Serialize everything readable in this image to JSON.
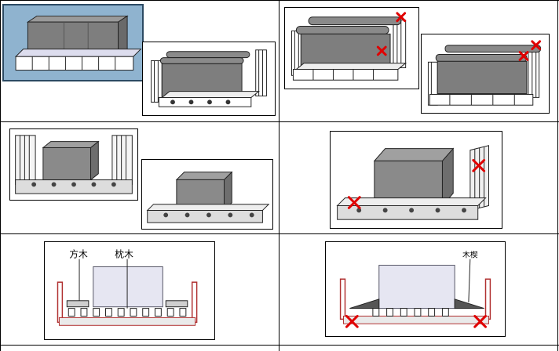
{
  "colors": {
    "highlight_bg": "#8fb3cf",
    "cargo": "#7e7e7e",
    "cargo_light": "#a6a6a6",
    "mark": "#e00000",
    "timber_fill": "#e6e6f2",
    "frame_red": "#b03030"
  },
  "diagram_labels": {
    "square_timber": "方木",
    "sleeper": "枕木",
    "wedge": "木楔"
  },
  "icons": {
    "wrong_mark": "x-mark-icon"
  }
}
